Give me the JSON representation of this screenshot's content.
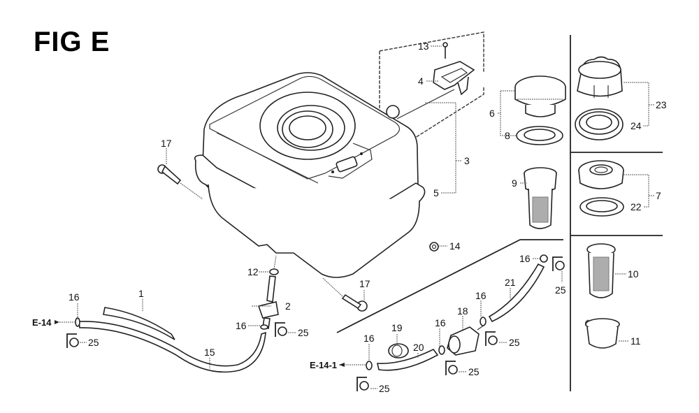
{
  "figure": {
    "title": "FIG E",
    "description": "Fuel tank exploded parts diagram"
  },
  "callouts": [
    {
      "id": "c1",
      "label": "1"
    },
    {
      "id": "c2",
      "label": "2"
    },
    {
      "id": "c3",
      "label": "3"
    },
    {
      "id": "c4",
      "label": "4"
    },
    {
      "id": "c5",
      "label": "5"
    },
    {
      "id": "c6",
      "label": "6"
    },
    {
      "id": "c7",
      "label": "7"
    },
    {
      "id": "c8",
      "label": "8"
    },
    {
      "id": "c9",
      "label": "9"
    },
    {
      "id": "c10",
      "label": "10"
    },
    {
      "id": "c11",
      "label": "11"
    },
    {
      "id": "c12",
      "label": "12"
    },
    {
      "id": "c13",
      "label": "13"
    },
    {
      "id": "c14",
      "label": "14"
    },
    {
      "id": "c15",
      "label": "15"
    },
    {
      "id": "c16a",
      "label": "16"
    },
    {
      "id": "c16b",
      "label": "16"
    },
    {
      "id": "c16c",
      "label": "16"
    },
    {
      "id": "c16d",
      "label": "16"
    },
    {
      "id": "c16e",
      "label": "16"
    },
    {
      "id": "c16f",
      "label": "16"
    },
    {
      "id": "c17a",
      "label": "17"
    },
    {
      "id": "c17b",
      "label": "17"
    },
    {
      "id": "c18",
      "label": "18"
    },
    {
      "id": "c19",
      "label": "19"
    },
    {
      "id": "c20",
      "label": "20"
    },
    {
      "id": "c21",
      "label": "21"
    },
    {
      "id": "c22",
      "label": "22"
    },
    {
      "id": "c23",
      "label": "23"
    },
    {
      "id": "c24",
      "label": "24"
    },
    {
      "id": "c25a",
      "label": "25"
    },
    {
      "id": "c25b",
      "label": "25"
    },
    {
      "id": "c25c",
      "label": "25"
    },
    {
      "id": "c25d",
      "label": "25"
    },
    {
      "id": "c25e",
      "label": "25"
    },
    {
      "id": "c25f",
      "label": "25"
    }
  ],
  "references": [
    {
      "id": "r1",
      "label": "E-14"
    },
    {
      "id": "r2",
      "label": "E-14-1"
    }
  ]
}
